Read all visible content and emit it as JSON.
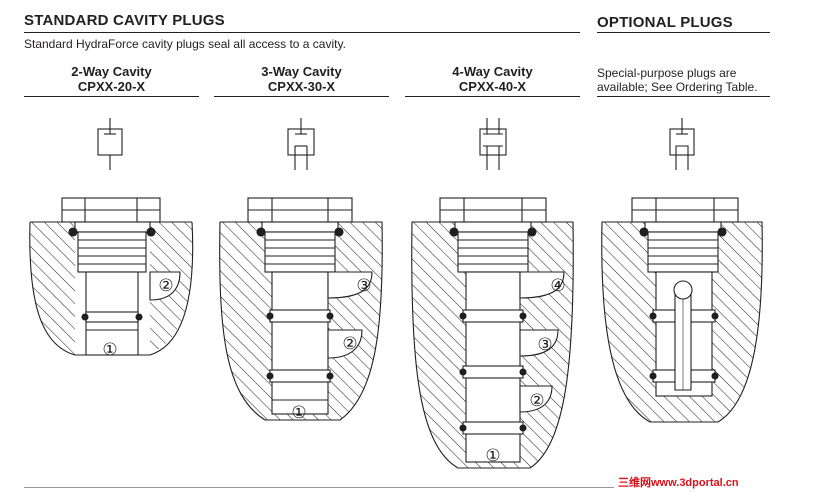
{
  "standard": {
    "heading": "STANDARD CAVITY PLUGS",
    "description": "Standard HydraForce cavity plugs seal all access to a cavity."
  },
  "optional": {
    "heading": "OPTIONAL PLUGS",
    "note_line1": "Special-purpose plugs are",
    "note_line2": "available; See Ordering Table."
  },
  "cavities": [
    {
      "name": "2-Way Cavity",
      "code": "CPXX-20-X",
      "ports": [
        "①",
        "②"
      ]
    },
    {
      "name": "3-Way Cavity",
      "code": "CPXX-30-X",
      "ports": [
        "①",
        "②",
        "③"
      ]
    },
    {
      "name": "4-Way Cavity",
      "code": "CPXX-40-X",
      "ports": [
        "①",
        "②",
        "③",
        "④"
      ]
    }
  ],
  "watermark": "三维网www.3dportal.cn",
  "colors": {
    "ink": "#231f20",
    "hatch": "#231f20",
    "watermark": "#d8121b"
  }
}
